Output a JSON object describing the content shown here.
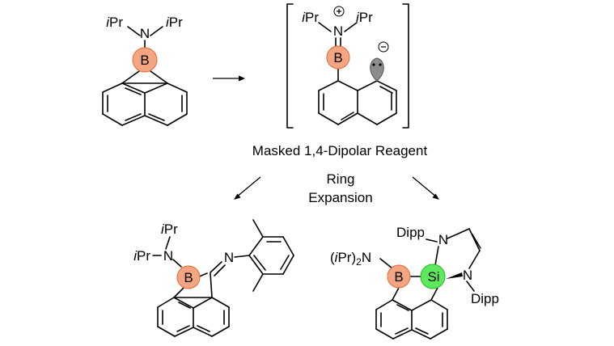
{
  "scheme": {
    "accent_colors": {
      "boron": "#f4a582",
      "boron_stroke": "#e0693a",
      "silicon": "#5de85d",
      "silicon_stroke": "#27b427"
    },
    "reagent": {
      "n_label": "N",
      "ipr_left": "iPr",
      "ipr_right": "iPr",
      "b_label": "B"
    },
    "intermediate": {
      "n_label": "N",
      "ipr_left": "iPr",
      "ipr_right": "iPr",
      "b_label": "B",
      "plus_sign": "+",
      "minus_sign": "−"
    },
    "caption_reagent": "Masked 1,4-Dipolar Reagent",
    "caption_ring_1": "Ring",
    "caption_ring_2": "Expansion",
    "product_left": {
      "ipr_top": "iPr",
      "ipr_side": "iPr",
      "n_label": "N",
      "b_label": "B",
      "imine_n": "N"
    },
    "product_right": {
      "amine_prefix": "(",
      "amine_i": "i",
      "amine_rest": "Pr)",
      "amine_sub": "2",
      "amine_n": "N",
      "b_label": "B",
      "si_label": "Si",
      "n_top": "N",
      "n_bottom": "N",
      "dipp_top": "Dipp",
      "dipp_bottom": "Dipp"
    }
  }
}
